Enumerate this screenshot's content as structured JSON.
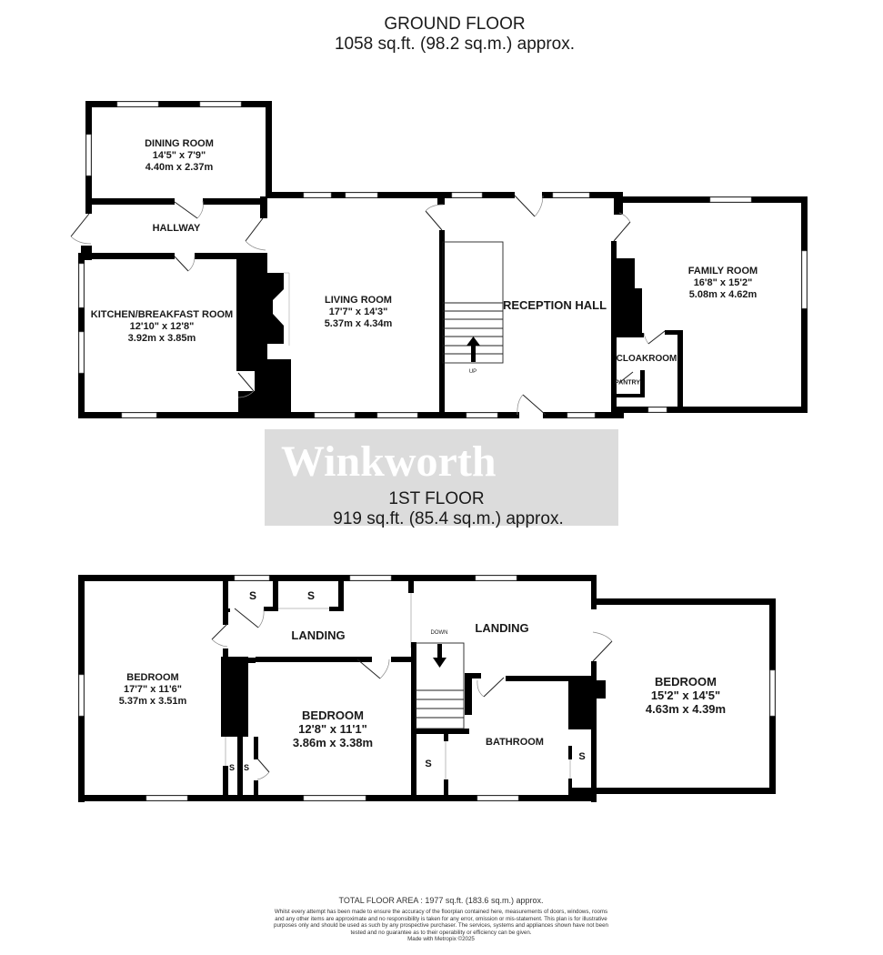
{
  "ground_floor": {
    "title": "GROUND FLOOR",
    "area": "1058 sq.ft. (98.2 sq.m.) approx.",
    "rooms": [
      {
        "name": "DINING ROOM",
        "imperial": "14'5\"  x 7'9\"",
        "metric": "4.40m  x 2.37m"
      },
      {
        "name": "HALLWAY"
      },
      {
        "name": "KITCHEN/BREAKFAST ROOM",
        "imperial": "12'10\"  x 12'8\"",
        "metric": "3.92m  x 3.85m"
      },
      {
        "name": "LIVING ROOM",
        "imperial": "17'7\"  x 14'3\"",
        "metric": "5.37m  x 4.34m"
      },
      {
        "name": "RECEPTION HALL"
      },
      {
        "name": "FAMILY ROOM",
        "imperial": "16'8\"  x 15'2\"",
        "metric": "5.08m  x 4.62m"
      },
      {
        "name": "CLOAKROOM"
      },
      {
        "name": "PANTRY"
      }
    ],
    "stair_label": "UP"
  },
  "first_floor": {
    "title": "1ST FLOOR",
    "area": "919 sq.ft. (85.4 sq.m.) approx.",
    "rooms": [
      {
        "name": "BEDROOM",
        "imperial": "17'7\"  x 11'6\"",
        "metric": "5.37m  x 3.51m"
      },
      {
        "name": "LANDING"
      },
      {
        "name": "BEDROOM",
        "imperial": "12'8\"  x 11'1\"",
        "metric": "3.86m  x 3.38m"
      },
      {
        "name": "LANDING"
      },
      {
        "name": "BATHROOM"
      },
      {
        "name": "BEDROOM",
        "imperial": "15'2\"  x 14'5\"",
        "metric": "4.63m  x 4.39m"
      }
    ],
    "storage_label": "S",
    "stair_label": "DOWN"
  },
  "watermark": {
    "brand": "Winkworth",
    "color": "#dcdcdc"
  },
  "footer": {
    "total": "TOTAL FLOOR AREA : 1977 sq.ft. (183.6 sq.m.) approx.",
    "disclaimer": "Whilst every attempt has been made to ensure the accuracy of the floorplan contained here, measurements of doors, windows, rooms and any other items are approximate and no responsibility is taken for any error, omission or mis-statement. This plan is for illustrative purposes only and should be used as such by any prospective purchaser. The services, systems and appliances shown have not been tested and no guarantee as to their operability or efficiency can be given.",
    "credit": "Made with Metropix ©2025"
  },
  "colors": {
    "wall": "#000000",
    "window": "#ffffff",
    "window_edge": "#aaaaaa",
    "background": "#ffffff"
  }
}
